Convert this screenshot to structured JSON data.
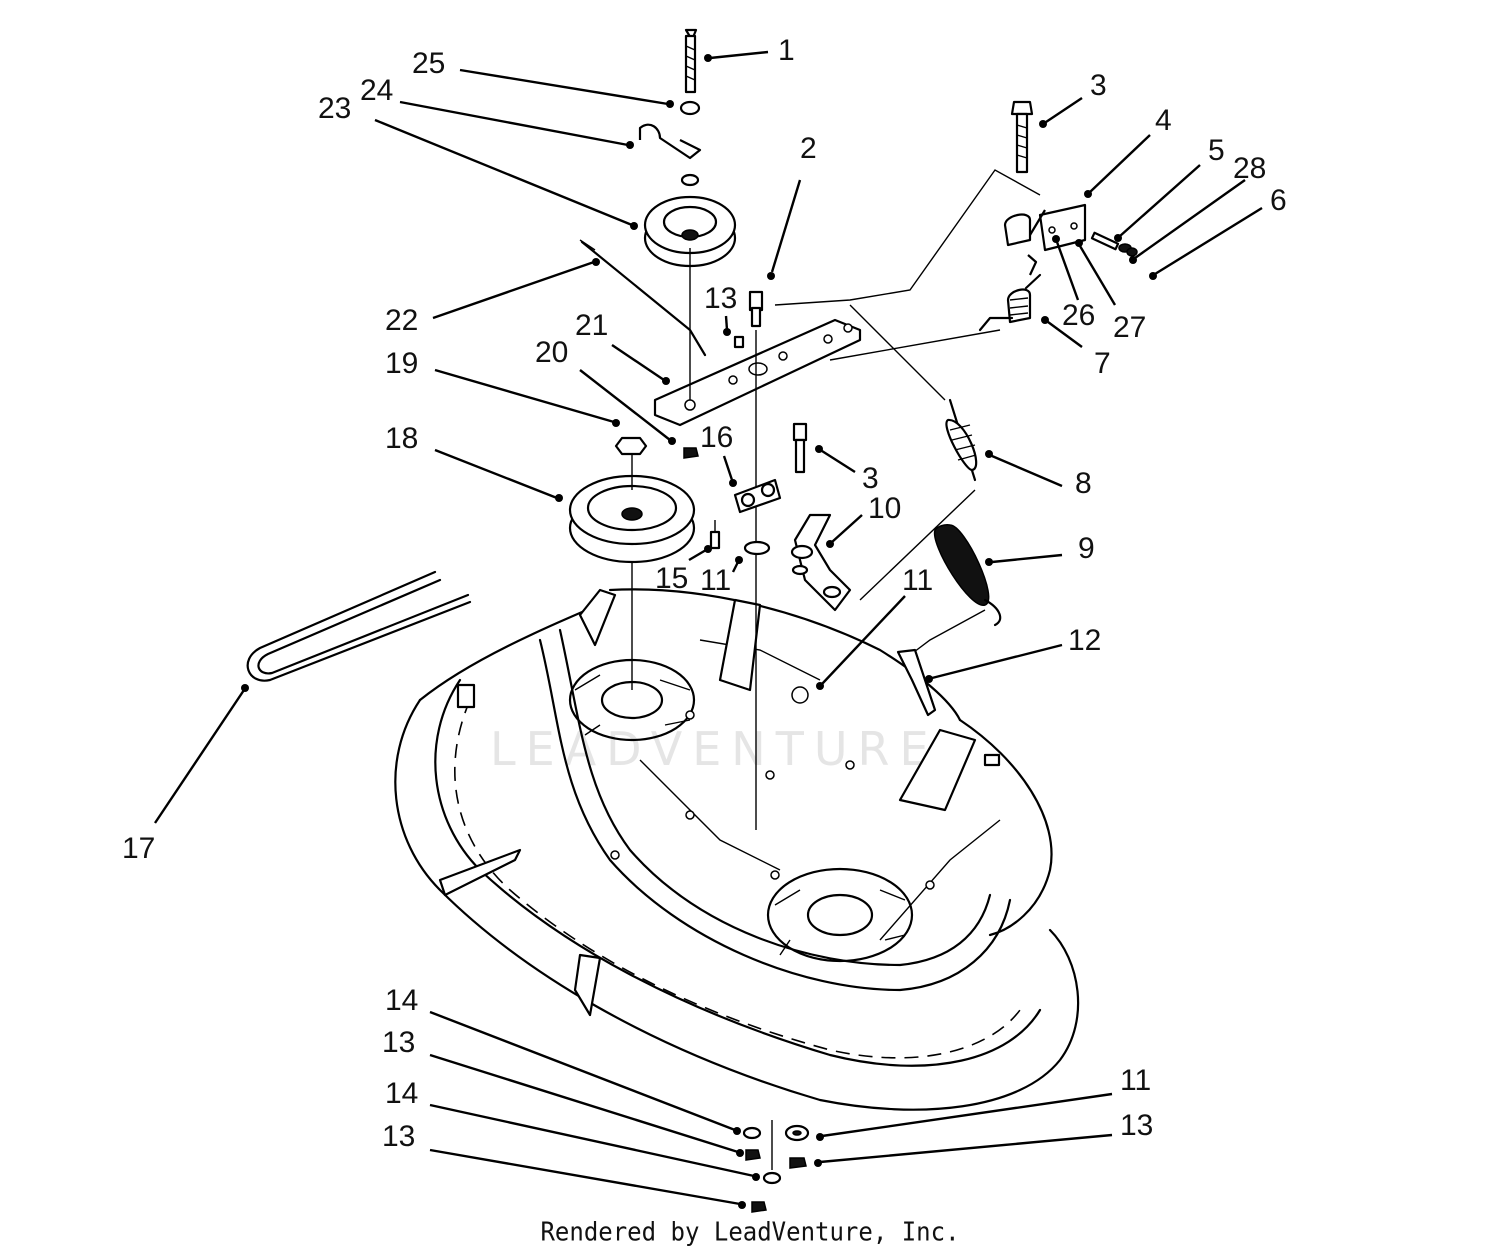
{
  "diagram": {
    "callouts": [
      {
        "id": "c-1",
        "label": "1"
      },
      {
        "id": "c-25",
        "label": "25"
      },
      {
        "id": "c-24",
        "label": "24"
      },
      {
        "id": "c-23",
        "label": "23"
      },
      {
        "id": "c-2",
        "label": "2"
      },
      {
        "id": "c-3a",
        "label": "3"
      },
      {
        "id": "c-4",
        "label": "4"
      },
      {
        "id": "c-5",
        "label": "5"
      },
      {
        "id": "c-28",
        "label": "28"
      },
      {
        "id": "c-6",
        "label": "6"
      },
      {
        "id": "c-26",
        "label": "26"
      },
      {
        "id": "c-27",
        "label": "27"
      },
      {
        "id": "c-7",
        "label": "7"
      },
      {
        "id": "c-22",
        "label": "22"
      },
      {
        "id": "c-13a",
        "label": "13"
      },
      {
        "id": "c-21",
        "label": "21"
      },
      {
        "id": "c-20",
        "label": "20"
      },
      {
        "id": "c-19",
        "label": "19"
      },
      {
        "id": "c-18",
        "label": "18"
      },
      {
        "id": "c-16",
        "label": "16"
      },
      {
        "id": "c-3b",
        "label": "3"
      },
      {
        "id": "c-10",
        "label": "10"
      },
      {
        "id": "c-8",
        "label": "8"
      },
      {
        "id": "c-9",
        "label": "9"
      },
      {
        "id": "c-15",
        "label": "15"
      },
      {
        "id": "c-11a",
        "label": "11"
      },
      {
        "id": "c-11b",
        "label": "11"
      },
      {
        "id": "c-12",
        "label": "12"
      },
      {
        "id": "c-17",
        "label": "17"
      },
      {
        "id": "c-14a",
        "label": "14"
      },
      {
        "id": "c-13b",
        "label": "13"
      },
      {
        "id": "c-14b",
        "label": "14"
      },
      {
        "id": "c-13c",
        "label": "13"
      },
      {
        "id": "c-11c",
        "label": "11"
      },
      {
        "id": "c-13d",
        "label": "13"
      }
    ],
    "watermark": "LEADVENTURE"
  },
  "footer": {
    "credit": "Rendered by LeadVenture, Inc."
  }
}
